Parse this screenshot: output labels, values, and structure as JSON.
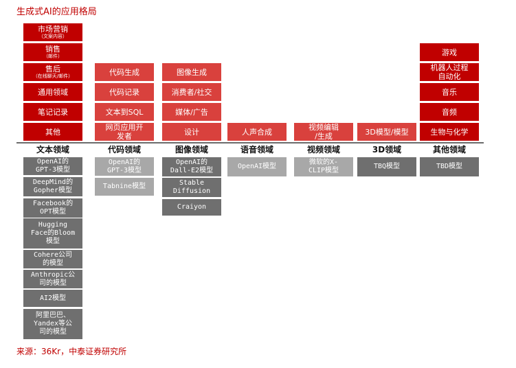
{
  "title": "生成式AI的应用格局",
  "source": "来源：36Kr，中泰证券研究所",
  "columns": [
    {
      "category": "文本领域",
      "apps": [
        {
          "label": "市场营销",
          "sub": "（文案内容）"
        },
        {
          "label": "销售",
          "sub": "（邮件）"
        },
        {
          "label": "售后",
          "sub": "（在线聊天/邮件）"
        },
        {
          "label": "通用领域"
        },
        {
          "label": "笔记记录"
        },
        {
          "label": "其他"
        }
      ],
      "models": [
        "OpenAI的\nGPT-3模型",
        "DeepMind的\nGopher模型",
        "Facebook的\nOPT模型",
        "Hugging\nFace的Bloom\n模型",
        "Cohere公司\n的模型",
        "Anthropic公\n司的模型",
        "AI2模型",
        "阿里巴巴、\nYandex等公\n司的模型"
      ]
    },
    {
      "category": "代码领域",
      "apps": [
        {
          "label": "代码生成"
        },
        {
          "label": "代码记录"
        },
        {
          "label": "文本到SQL"
        },
        {
          "label": "网页应用开\n发者"
        }
      ],
      "models": [
        "OpenAI的\nGPT-3模型",
        "Tabnine模型"
      ]
    },
    {
      "category": "图像领域",
      "apps": [
        {
          "label": "图像生成"
        },
        {
          "label": "消费者/社交"
        },
        {
          "label": "媒体/广告"
        },
        {
          "label": "设计"
        }
      ],
      "models": [
        "OpenAI的\nDall-E2模型",
        "Stable\nDiffusion",
        "Craiyon"
      ]
    },
    {
      "category": "语音领域",
      "apps": [
        {
          "label": "人声合成"
        }
      ],
      "models": [
        "OpenAI模型"
      ]
    },
    {
      "category": "视频领域",
      "apps": [
        {
          "label": "视频编辑\n/生成"
        }
      ],
      "models": [
        "微软的X-\nCLIP模型"
      ]
    },
    {
      "category": "3D领域",
      "apps": [
        {
          "label": "3D模型/模型"
        }
      ],
      "models": [
        "TBQ模型"
      ]
    },
    {
      "category": "其他领域",
      "apps": [
        {
          "label": "游戏"
        },
        {
          "label": "机器人过程\n自动化"
        },
        {
          "label": "音乐"
        },
        {
          "label": "音频"
        },
        {
          "label": "生物与化学"
        }
      ],
      "models": [
        "TBD模型"
      ]
    }
  ]
}
